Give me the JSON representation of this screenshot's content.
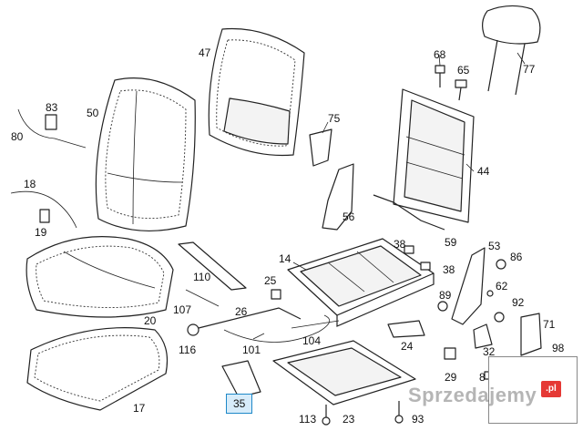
{
  "callouts": {
    "c47": "47",
    "c68": "68",
    "c65": "65",
    "c77": "77",
    "c83": "83",
    "c50": "50",
    "c80": "80",
    "c75": "75",
    "c44": "44",
    "c18": "18",
    "c56": "56",
    "c19": "19",
    "c59": "59",
    "c14": "14",
    "c38a": "38",
    "c38b": "38",
    "c53": "53",
    "c86": "86",
    "c110": "110",
    "c25": "25",
    "c89": "89",
    "c62": "62",
    "c92": "92",
    "c20": "20",
    "c107": "107",
    "c26": "26",
    "c71": "71",
    "c116": "116",
    "c101": "101",
    "c104": "104",
    "c24": "24",
    "c32": "32",
    "c98": "98",
    "c17": "17",
    "c29": "29",
    "c8": "8",
    "c35": "35",
    "c113": "113",
    "c23": "23",
    "c93": "93"
  },
  "watermark": {
    "brand_text": "Sprzedajemy",
    "brand_suffix": ".pl"
  }
}
